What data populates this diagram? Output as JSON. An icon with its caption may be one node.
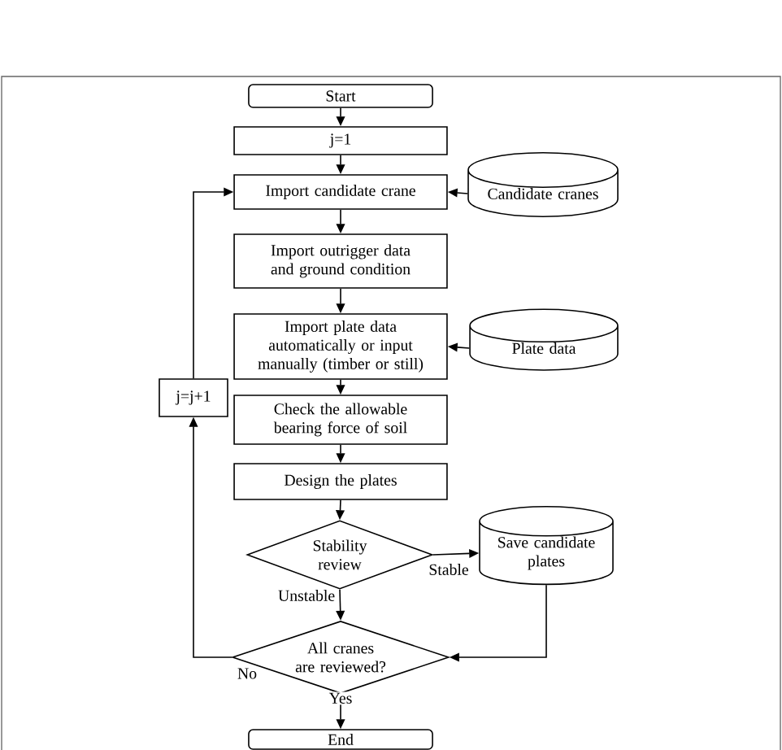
{
  "diagram": {
    "nodes": [
      {
        "text": [
          "Start"
        ]
      },
      {
        "text": [
          "j=1"
        ]
      },
      {
        "text": [
          "Import candidate crane"
        ]
      },
      {
        "text": [
          "Candidate cranes"
        ]
      },
      {
        "text": [
          "Import outrigger data and ground condition"
        ]
      },
      {
        "text": [
          "Import plate data automatically or input manually (timber or still)"
        ]
      },
      {
        "text": [
          "Plate data"
        ]
      },
      {
        "text": [
          "j=j+1"
        ]
      },
      {
        "text": [
          "Check the allowable bearing force of soil"
        ]
      },
      {
        "text": [
          "Design the plates"
        ]
      },
      {
        "text": [
          "Stability review"
        ]
      },
      {
        "text": [
          "Save candidate plates"
        ]
      },
      {
        "text": [
          "All cranes are reviewed?"
        ]
      },
      {
        "text": [
          "End"
        ]
      }
    ],
    "edges": [
      {
        "from": 0,
        "to": 1,
        "arrow": "to"
      },
      {
        "from": 1,
        "to": 2,
        "arrow": "to"
      },
      {
        "from": 3,
        "to": 2,
        "arrow": "to"
      },
      {
        "from": 2,
        "to": 4,
        "arrow": "to"
      },
      {
        "from": 4,
        "to": 5,
        "arrow": "to"
      },
      {
        "from": 6,
        "to": 5,
        "arrow": "to"
      },
      {
        "from": 5,
        "to": 8,
        "arrow": "to"
      },
      {
        "from": 8,
        "to": 9,
        "arrow": "to"
      },
      {
        "from": 9,
        "to": 10,
        "arrow": "to"
      },
      {
        "from": 10,
        "to": 11,
        "arrow": "to",
        "label": "Stable"
      },
      {
        "from": 10,
        "to": 12,
        "arrow": "to",
        "label": "Unstable"
      },
      {
        "from": 11,
        "to": 12,
        "arrow": "to"
      },
      {
        "from": 12,
        "to": 7,
        "arrow": "to",
        "label": "No"
      },
      {
        "from": 7,
        "to": 2,
        "arrow": "to"
      },
      {
        "from": 12,
        "to": 13,
        "arrow": "to",
        "label": "Yes"
      }
    ]
  }
}
